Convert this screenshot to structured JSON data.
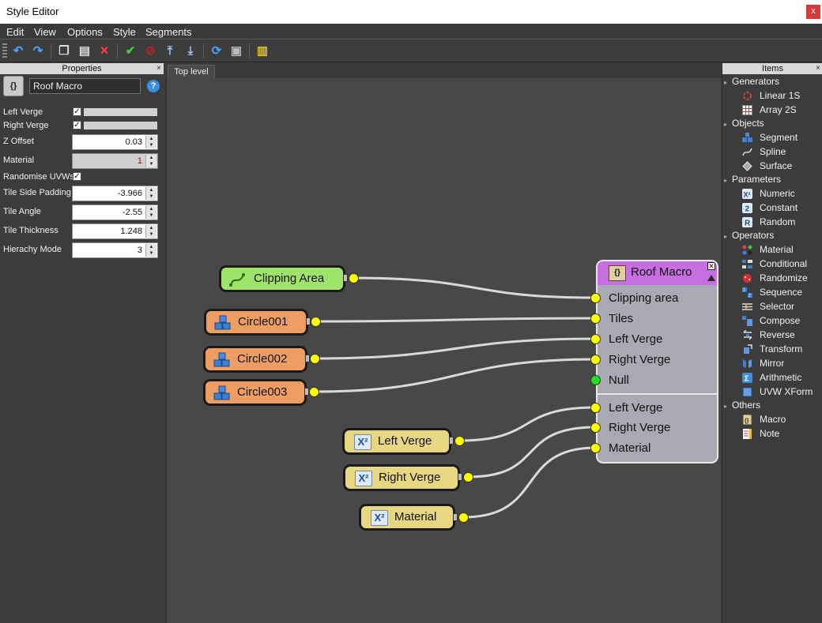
{
  "window": {
    "title": "Style Editor",
    "close": "x"
  },
  "menu": [
    "Edit",
    "View",
    "Options",
    "Style",
    "Segments"
  ],
  "properties": {
    "title": "Properties",
    "close": "×",
    "name": "Roof Macro",
    "help": "?",
    "rows": [
      {
        "label": "Left Verge",
        "type": "checkbar",
        "checked": true
      },
      {
        "label": "Right Verge",
        "type": "checkbar",
        "checked": true
      },
      {
        "label": "Z Offset",
        "type": "spin",
        "value": "0.03"
      },
      {
        "label": "Material",
        "type": "spin",
        "value": "1",
        "disabled": true
      },
      {
        "label": "Randomise UVWs",
        "type": "check",
        "checked": true
      },
      {
        "label": "Tile Side Padding",
        "type": "spin",
        "value": "-3.966"
      },
      {
        "label": "Tile Angle",
        "type": "spin",
        "value": "-2.55"
      },
      {
        "label": "Tile Thickness",
        "type": "spin",
        "value": "1.248"
      },
      {
        "label": "Hierachy Mode",
        "type": "spin",
        "value": "3"
      }
    ]
  },
  "canvas": {
    "tab": "Top level",
    "nodes": {
      "clipping": "Clipping Area",
      "circle1": "Circle001",
      "circle2": "Circle002",
      "circle3": "Circle003",
      "param_left": "Left Verge",
      "param_right": "Right Verge",
      "param_material": "Material"
    },
    "macro": {
      "title": "Roof Macro",
      "inputs": [
        "Clipping area",
        "Tiles",
        "Left Verge",
        "Right Verge",
        "Null"
      ],
      "params": [
        "Left Verge",
        "Right Verge",
        "Material"
      ]
    }
  },
  "items": {
    "title": "Items",
    "close": "×",
    "groups": [
      {
        "label": "Generators",
        "items": [
          {
            "label": "Linear 1S",
            "icon": "linear-icon"
          },
          {
            "label": "Array 2S",
            "icon": "array-icon"
          }
        ]
      },
      {
        "label": "Objects",
        "items": [
          {
            "label": "Segment",
            "icon": "segment-icon"
          },
          {
            "label": "Spline",
            "icon": "spline-icon"
          },
          {
            "label": "Surface",
            "icon": "surface-icon"
          }
        ]
      },
      {
        "label": "Parameters",
        "items": [
          {
            "label": "Numeric",
            "icon": "numeric-icon"
          },
          {
            "label": "Constant",
            "icon": "constant-icon"
          },
          {
            "label": "Random",
            "icon": "random-icon"
          }
        ]
      },
      {
        "label": "Operators",
        "items": [
          {
            "label": "Material",
            "icon": "material-icon"
          },
          {
            "label": "Conditional",
            "icon": "conditional-icon"
          },
          {
            "label": "Randomize",
            "icon": "randomize-icon"
          },
          {
            "label": "Sequence",
            "icon": "sequence-icon"
          },
          {
            "label": "Selector",
            "icon": "selector-icon"
          },
          {
            "label": "Compose",
            "icon": "compose-icon"
          },
          {
            "label": "Reverse",
            "icon": "reverse-icon"
          },
          {
            "label": "Transform",
            "icon": "transform-icon"
          },
          {
            "label": "Mirror",
            "icon": "mirror-icon"
          },
          {
            "label": "Arithmetic",
            "icon": "arithmetic-icon"
          },
          {
            "label": "UVW XForm",
            "icon": "uvw-xform-icon"
          }
        ]
      },
      {
        "label": "Others",
        "items": [
          {
            "label": "Macro",
            "icon": "macro-icon"
          },
          {
            "label": "Note",
            "icon": "note-icon"
          }
        ]
      }
    ]
  }
}
